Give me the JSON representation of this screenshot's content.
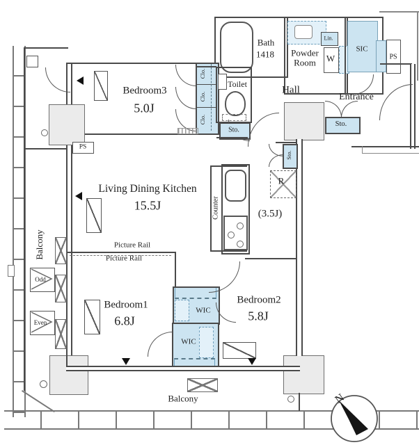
{
  "plan": {
    "compass": {
      "north_label": "N"
    },
    "rooms": {
      "bedroom3": {
        "name": "Bedroom3",
        "size": "5.0J"
      },
      "bath": {
        "name": "Bath",
        "size": "1418"
      },
      "powder_room": {
        "name": "Powder Room"
      },
      "toilet": {
        "name": "Toilet"
      },
      "hall": {
        "name": "Hall"
      },
      "entrance": {
        "name": "Entrance"
      },
      "sic": {
        "name": "SIC"
      },
      "ldk": {
        "name": "Living Dining Kitchen",
        "size": "15.5J"
      },
      "kitchen": {
        "size": "(3.5J)",
        "counter": "Counter",
        "refrigerator": "R"
      },
      "bedroom1": {
        "name": "Bedroom1",
        "size": "6.8J"
      },
      "bedroom2": {
        "name": "Bedroom2",
        "size": "5.8J"
      },
      "balcony_left": {
        "name": "Balcony"
      },
      "balcony_bottom": {
        "name": "Balcony"
      }
    },
    "storage_labels": {
      "wic": "WIC",
      "closet": "Clo.",
      "storage": "Sto.",
      "linen": "Lin.",
      "washer": "W",
      "pipe_space": "PS"
    },
    "annotations": {
      "picture_rail": "Picture Rail",
      "ac_odd": "Odd",
      "ac_even": "Even"
    },
    "colors": {
      "storage_fill": "#cce4f1",
      "storage_fill_light": "#e3f1f9",
      "wall_line": "#4a4a4a",
      "column_fill": "#ebebeb",
      "rail_line": "#787878",
      "text": "#222222"
    }
  }
}
